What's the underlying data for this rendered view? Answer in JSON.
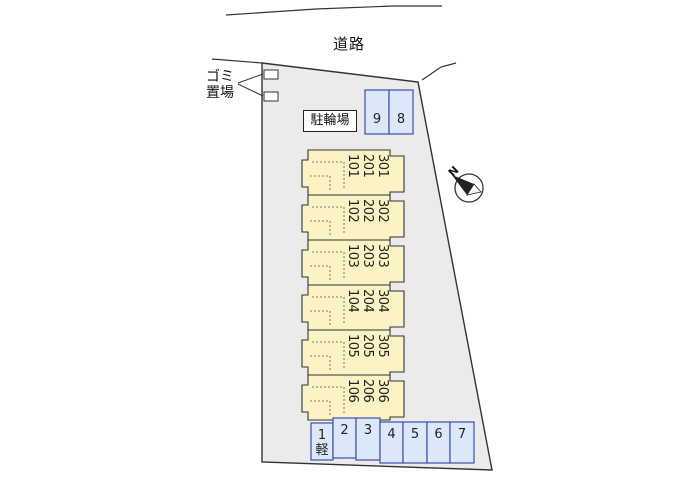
{
  "map": {
    "road_label": "道路",
    "garbage_label_line1": "ゴミ",
    "garbage_label_line2": "置場",
    "bicycle_parking_label": "駐輪場",
    "compass_label": "N",
    "top_parking": [
      {
        "number": "9"
      },
      {
        "number": "8"
      }
    ],
    "buildings": [
      {
        "units": [
          "301",
          "201",
          "101"
        ]
      },
      {
        "units": [
          "302",
          "202",
          "102"
        ]
      },
      {
        "units": [
          "303",
          "203",
          "103"
        ]
      },
      {
        "units": [
          "304",
          "204",
          "104"
        ]
      },
      {
        "units": [
          "305",
          "205",
          "105"
        ]
      },
      {
        "units": [
          "306",
          "206",
          "106"
        ]
      }
    ],
    "bottom_parking": [
      {
        "number": "1",
        "note": "軽"
      },
      {
        "number": "2",
        "note": ""
      },
      {
        "number": "3",
        "note": ""
      },
      {
        "number": "4",
        "note": ""
      },
      {
        "number": "5",
        "note": ""
      },
      {
        "number": "6",
        "note": ""
      },
      {
        "number": "7",
        "note": ""
      }
    ],
    "colors": {
      "lot_fill": "#ebebeb",
      "lot_stroke": "#333333",
      "building_fill": "#fbf3c3",
      "building_stroke": "#333333",
      "parking_fill": "#dce8fa",
      "parking_stroke": "#3a4fa8"
    }
  }
}
